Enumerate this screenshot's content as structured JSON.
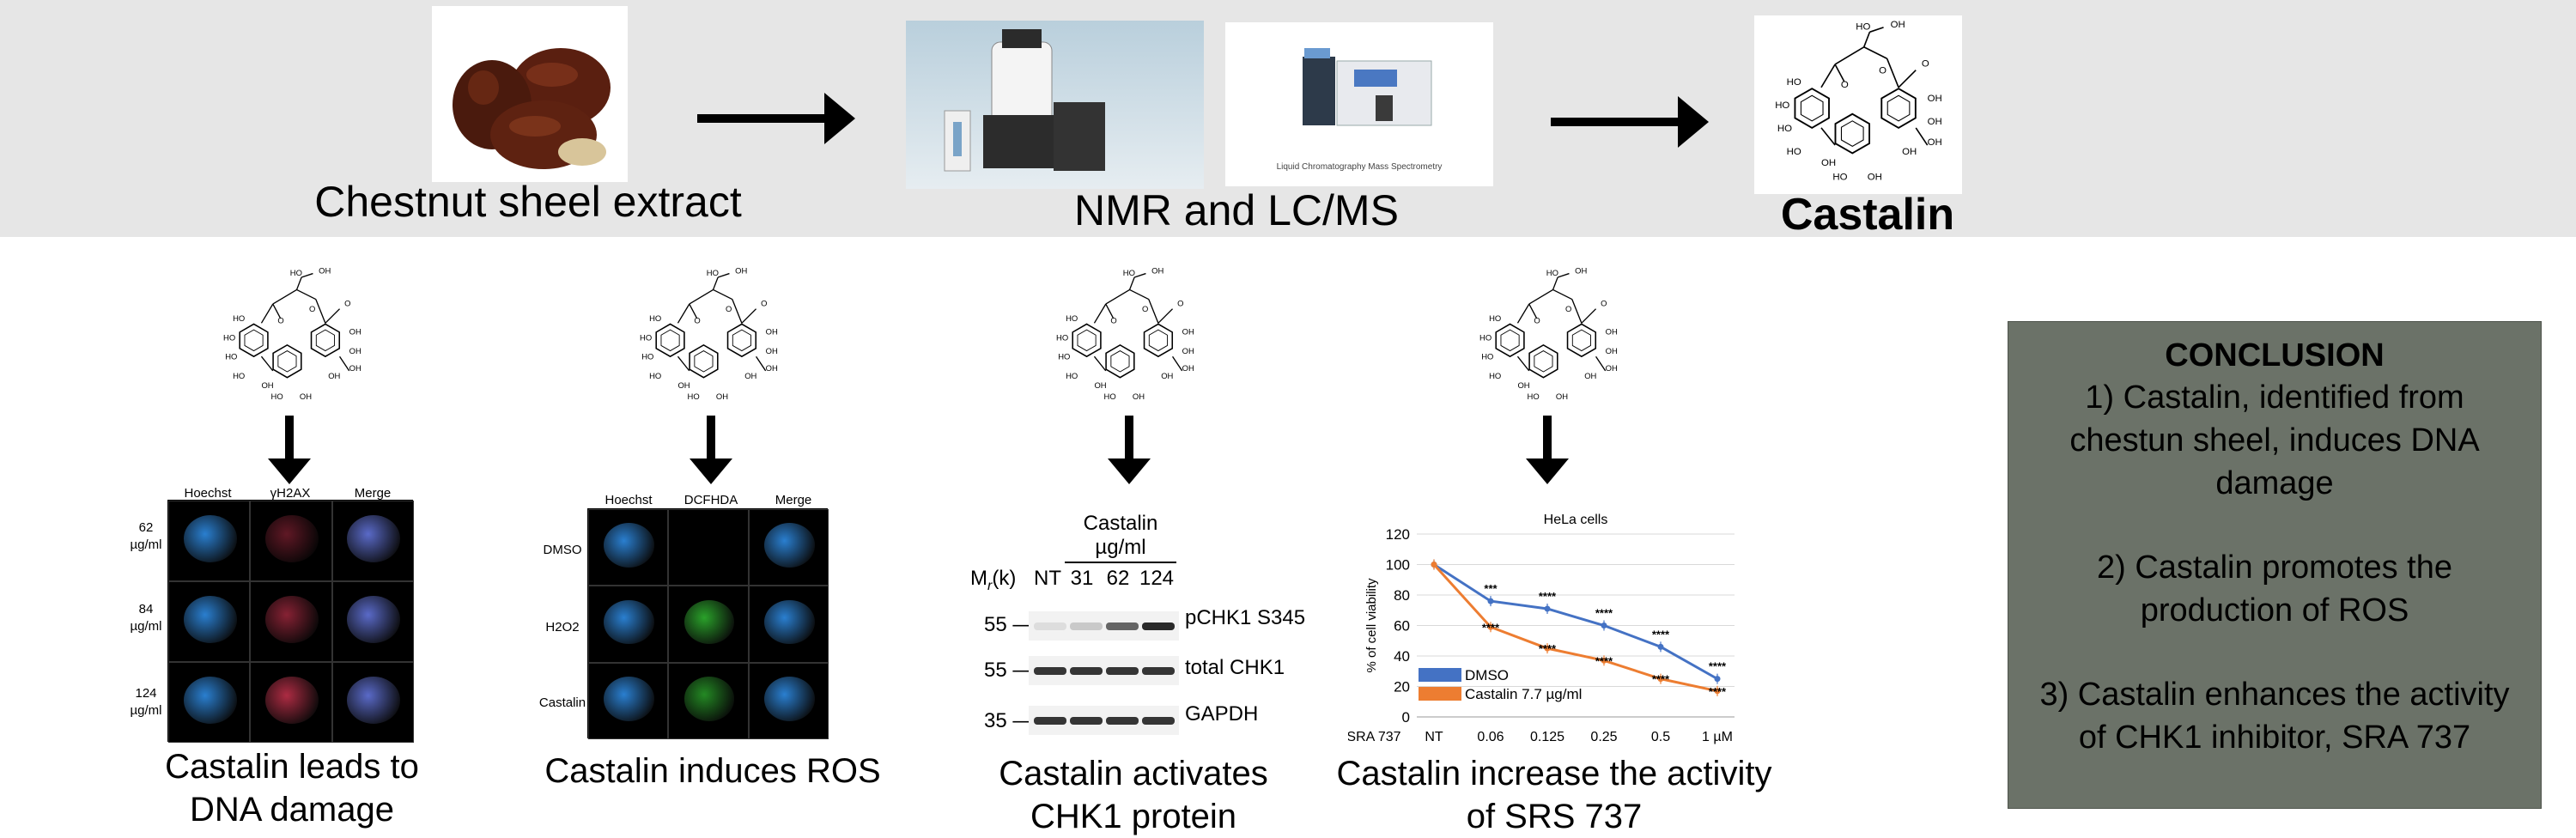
{
  "top": {
    "chestnut_caption": "Chestnut sheel extract",
    "nmr_caption": "NMR and LC/MS",
    "lcms_small_text": "Liquid Chromatography Mass Spectrometry",
    "castalin_caption": "Castalin"
  },
  "molecule_labels": {
    "ho": "HO",
    "oh": "OH",
    "o": "O"
  },
  "panels": {
    "dna": {
      "caption_line1": "Castalin leads to",
      "caption_line2": "DNA damage",
      "col_headers": [
        "Hoechst",
        "γH2AX",
        "Merge"
      ],
      "row_labels": [
        [
          "62",
          "µg/ml"
        ],
        [
          "84",
          "µg/ml"
        ],
        [
          "124",
          "µg/ml"
        ]
      ]
    },
    "ros": {
      "caption": "Castalin induces ROS",
      "col_headers": [
        "Hoechst",
        "DCFHDA",
        "Merge"
      ],
      "row_labels": [
        "DMSO",
        "H2O2",
        "Castalin"
      ]
    },
    "chk1": {
      "caption_line1": "Castalin activates",
      "caption_line2": "CHK1 protein",
      "treatment_line1": "Castalin",
      "treatment_line2": "µg/ml",
      "mr_label": "M",
      "mr_sub": "r",
      "mr_unit": "(k)",
      "lanes": [
        "NT",
        "31",
        "62",
        "124"
      ],
      "markers": [
        "55 —",
        "55 —",
        "35 —"
      ],
      "bands": [
        "pCHK1 S345",
        "total CHK1",
        "GAPDH"
      ],
      "pchk1_intensity": [
        0.1,
        0.2,
        0.7,
        1.0
      ]
    },
    "viability": {
      "caption_line1": "Castalin increase the activity",
      "caption_line2": "of SRS 737"
    }
  },
  "conclusion": {
    "title": "CONCLUSION",
    "point1": [
      "1) Castalin, identified from",
      "chestun sheel, induces DNA",
      "damage"
    ],
    "point2": [
      "2) Castalin promotes the",
      "production of ROS"
    ],
    "point3": [
      "3) Castalin enhances the activity",
      "of CHK1 inhibitor, SRA 737"
    ]
  },
  "colors": {
    "banner": "#e6e6e6",
    "conclusion_bg": "#6b7268",
    "dmso": "#4472c4",
    "castalin": "#ed7d31",
    "hoechst": "#2a7fd0",
    "gh2ax": "#c0304a",
    "dcfhda": "#2aa12a"
  },
  "chart_data": {
    "type": "line",
    "title": "HeLa cells",
    "xlabel": "",
    "x_prefix_label": "SRA 737",
    "ylabel": "% of cell viability",
    "categories": [
      "NT",
      "0.06",
      "0.125",
      "0.25",
      "0.5",
      "1 µM"
    ],
    "ylim": [
      0,
      120
    ],
    "yticks": [
      0,
      20,
      40,
      60,
      80,
      100,
      120
    ],
    "series": [
      {
        "name": "DMSO",
        "color": "#4472c4",
        "values": [
          100,
          76,
          71,
          60,
          46,
          25
        ],
        "stars": [
          "",
          "***",
          "****",
          "****",
          "****",
          "****"
        ]
      },
      {
        "name": "Castalin 7.7 µg/ml",
        "color": "#ed7d31",
        "values": [
          100,
          59,
          45,
          37,
          25,
          17
        ],
        "stars": [
          "",
          "****",
          "****",
          "****",
          "****",
          "****"
        ]
      }
    ],
    "legend_position": "bottom-left"
  }
}
